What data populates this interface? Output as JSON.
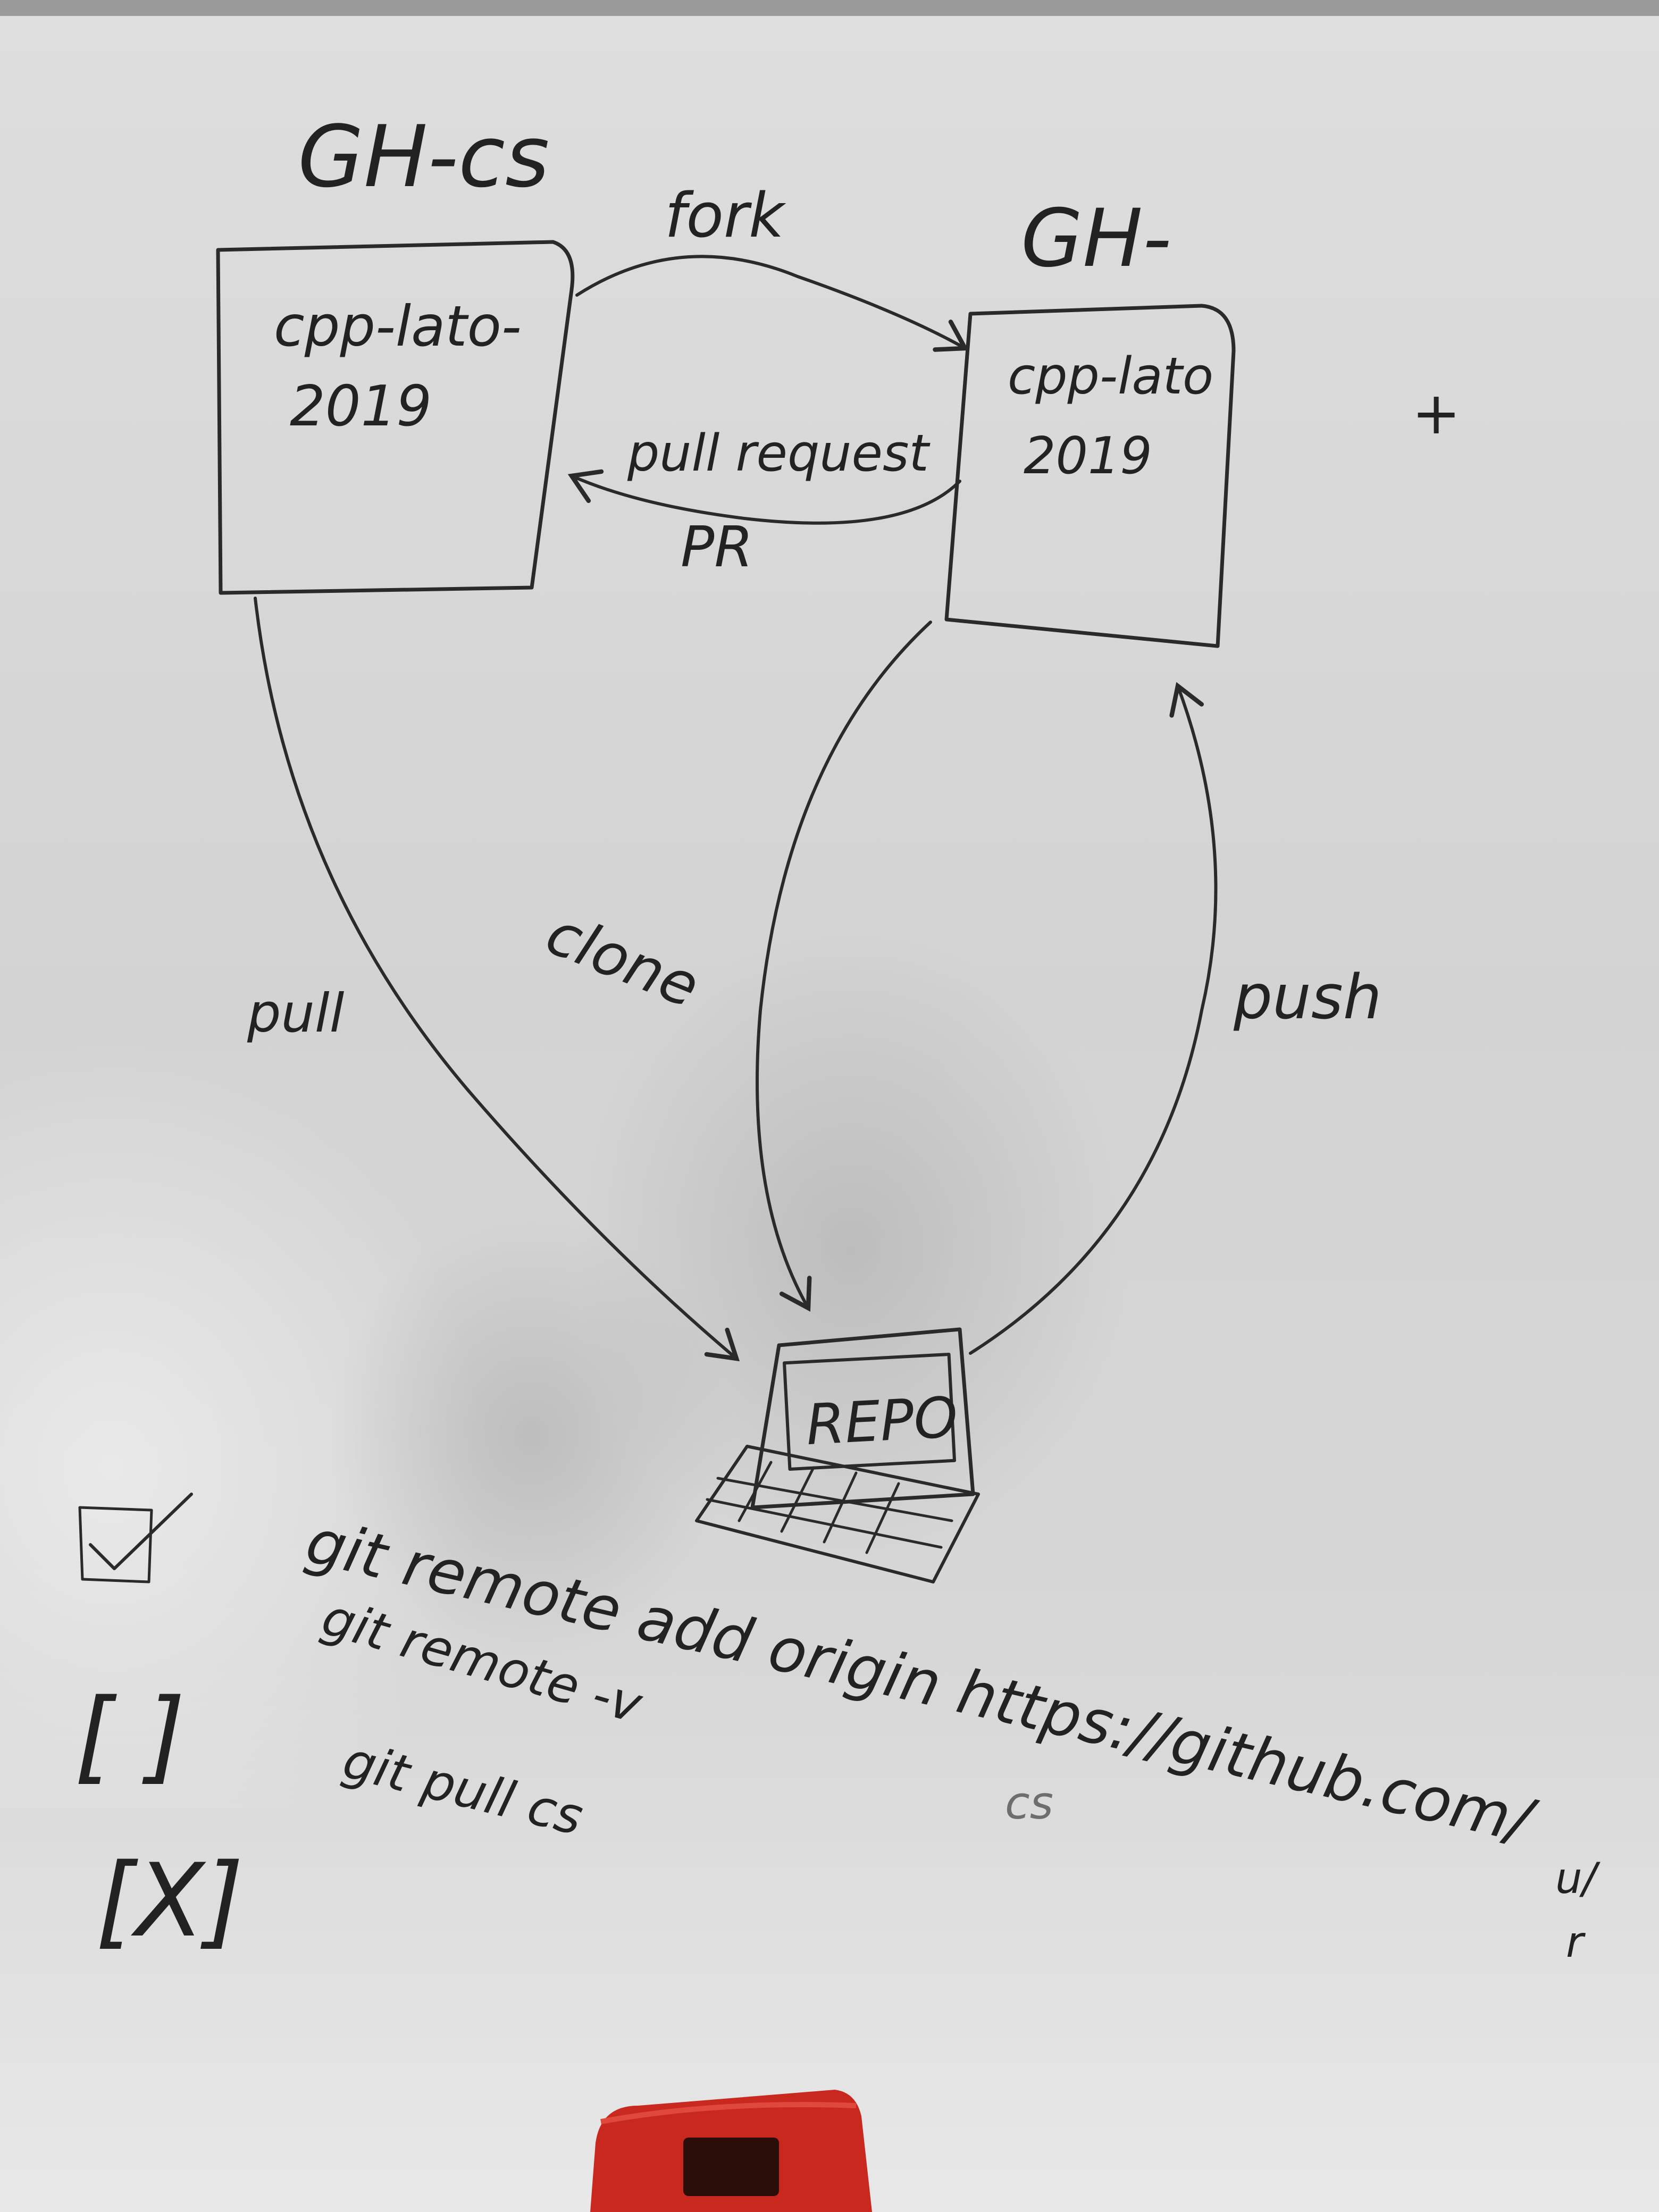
{
  "board": {
    "left_owner": "GH-cs",
    "right_owner": "GH-",
    "left_repo": [
      "cpp-lato-",
      "2019"
    ],
    "right_repo": [
      "cpp-lato",
      "2019"
    ],
    "fork_label": "fork",
    "pull_request_label": "pull request",
    "pr_label": "PR",
    "clone_label": "clone",
    "pull_label": "pull",
    "push_label": "push",
    "laptop_label": "REPO",
    "plus_mark": "+"
  },
  "commands": [
    {
      "checkbox": "✓",
      "text": "git remote add origin https://github.com/"
    },
    {
      "checkbox": "[ ]",
      "text": "git remote -v"
    },
    {
      "checkbox": "[X]",
      "text": "git pull cs"
    }
  ],
  "faint_notes": {
    "under_origin": "cs",
    "url_tail_1": "u/",
    "url_tail_2": "r"
  },
  "colors": {
    "board_top": "#dcdcdc",
    "board_mid": "#d2d2d2",
    "board_bottom": "#e6e6e6",
    "ink": "#2a2a2a",
    "eraser_red": "#c8281e",
    "eraser_dark": "#2b0d0a"
  }
}
